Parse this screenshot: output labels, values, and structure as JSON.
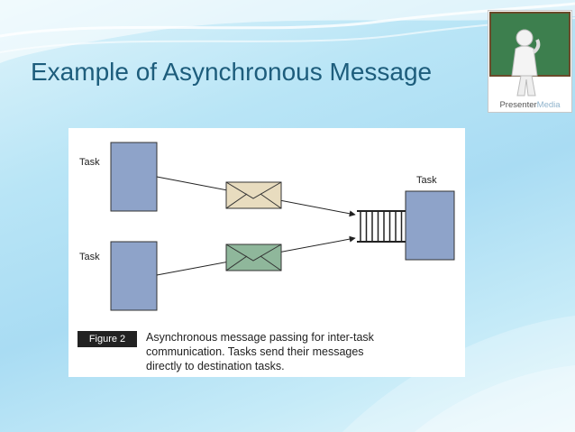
{
  "slide": {
    "title": "Example of Asynchronous Message",
    "logo": {
      "text_main": "Presenter",
      "text_accent": "Media",
      "icon": "presenter-figure-chalkboard-icon"
    }
  },
  "figure": {
    "labels": {
      "task_top_left": "Task",
      "task_bottom_left": "Task",
      "task_right": "Task"
    },
    "badge": "Figure 2",
    "caption_lines": [
      "Asynchronous message passing for inter-task",
      "communication. Tasks send their messages",
      "directly to destination tasks."
    ],
    "colors": {
      "task_box": "#8ea3c9",
      "envelope_top": "#e8dcbf",
      "envelope_bottom": "#8fb79b",
      "queue": "#222222"
    }
  }
}
